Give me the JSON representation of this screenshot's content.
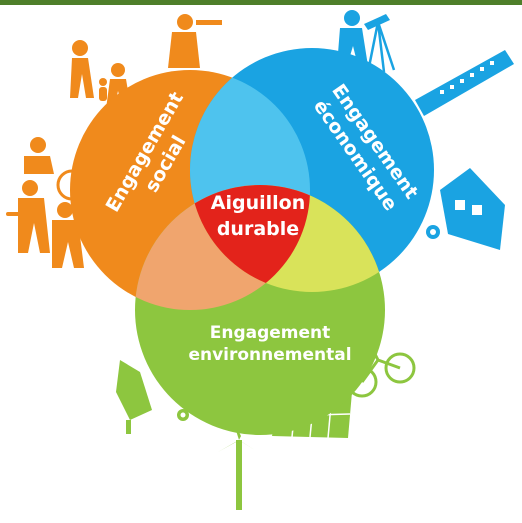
{
  "diagram": {
    "circles": {
      "social": {
        "label_lines": [
          "Engagement",
          "social"
        ],
        "color": "#f08a1c"
      },
      "economique": {
        "label_lines": [
          "Engagement",
          "économique"
        ],
        "color": "#1aa3e2"
      },
      "environnemental": {
        "label_lines": [
          "Engagement",
          "environnemental"
        ],
        "color": "#8dc63f"
      }
    },
    "center": {
      "label_lines": [
        "Aiguillon",
        "durable"
      ],
      "color": "#e3231b"
    },
    "overlap_colors": {
      "social_economique": "#4ec3ee",
      "social_environnemental": "#f0a56e",
      "economique_environnemental": "#d9e35a"
    },
    "decorations": [
      "family-walking-icon",
      "child-icon",
      "photographer-icon",
      "wheelchair-icon",
      "elderly-couple-icon",
      "surveyor-icon",
      "factory-icon",
      "house-icon",
      "gear-icon",
      "bicycle-icon",
      "solar-panel-icon",
      "wind-turbine-icon",
      "flower-icon",
      "tree-icon"
    ]
  }
}
